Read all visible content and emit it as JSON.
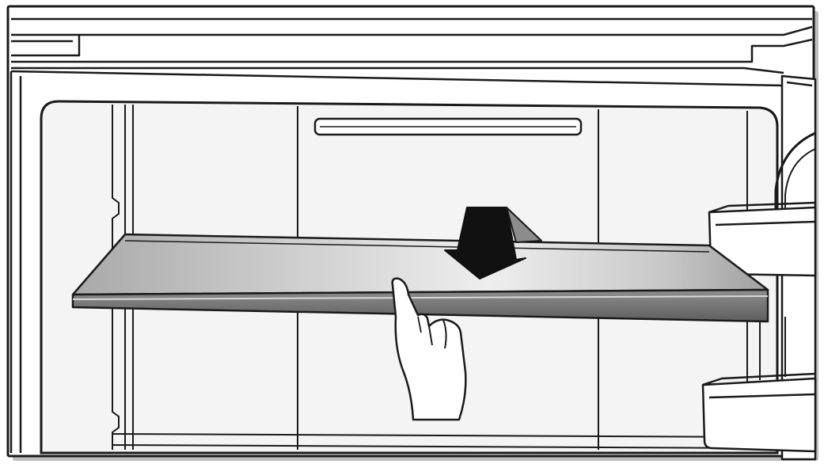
{
  "illustration": {
    "subject": "refrigerator-shelf-removal",
    "palette": {
      "line": "#1a1a1a",
      "interior": "#f4f4f4",
      "background": "#ffffff",
      "shelf_light": "#e6e6e6",
      "shelf_dark": "#9a9a9a",
      "arrow": "#111111",
      "arrow_tip": "#8c8c8c",
      "frame_shadow": "#bdbdbd"
    },
    "parts": {
      "shelf": "glass-shelf",
      "arrow": "down-arrow-icon",
      "hand": "hand-icon",
      "door_bins": [
        "door-bin-upper",
        "door-bin-lower"
      ]
    }
  }
}
